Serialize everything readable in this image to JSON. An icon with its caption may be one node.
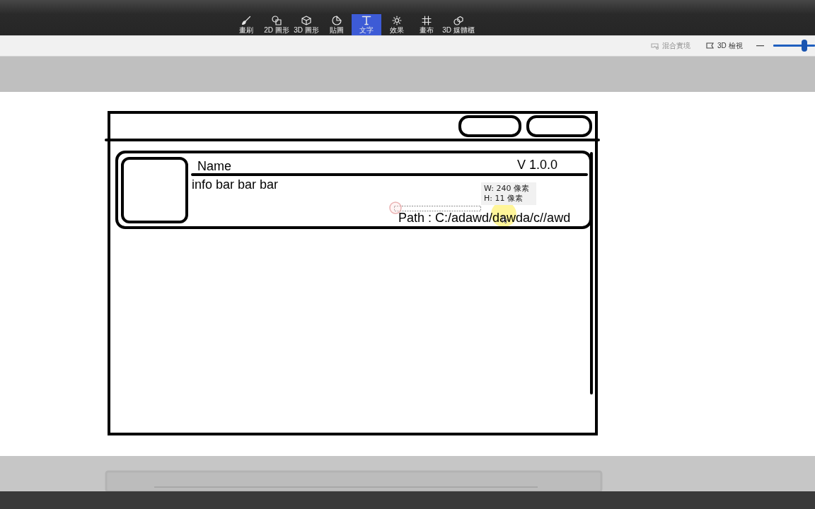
{
  "diagram": {
    "nodes": [
      {
        "text": [],
        "shape": "box"
      },
      {
        "text": [],
        "shape": "box",
        "in": 0
      },
      {
        "text": [],
        "shape": "box",
        "in": 0
      },
      {
        "text": [
          "Name",
          "V 1.0.0",
          "info bar bar bar",
          "Path : C:/adawd/dawda/c//awd"
        ],
        "in": 0
      },
      {
        "text": [],
        "shape": "box",
        "in": 3
      }
    ],
    "labels": [
      "畫刷",
      "2D 圖形",
      "3D 圖形",
      "貼圖",
      "文字",
      "效果",
      "畫布",
      "3D 媒體櫃",
      "混合實境",
      "3D 檢視",
      "W: 240 像素",
      "H: 11 像素"
    ]
  }
}
